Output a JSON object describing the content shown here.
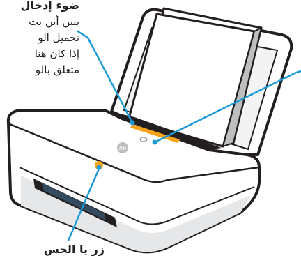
{
  "callouts": {
    "top": {
      "title": "ضوء إدخال",
      "lines": [
        "يبين أين يت",
        "تحميل الو",
        "إذا كان هنا",
        "متعلق بالو"
      ]
    },
    "bottom": {
      "title": "زر يا الحس"
    }
  },
  "colors": {
    "outline": "#231f20",
    "leader": "#1b9ad6",
    "accent": "#f7a21b",
    "body_fill": "#ffffff",
    "shade": "#e6e7e8"
  },
  "icons": [
    "hp-logo-icon",
    "wireless-icon",
    "power-button-icon"
  ]
}
